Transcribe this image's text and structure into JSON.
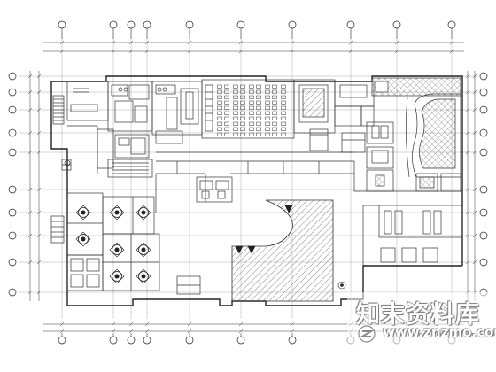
{
  "drawing": {
    "colors": {
      "line": "#222222",
      "thin": "#444444",
      "hatch": "#555555",
      "paper": "#ffffff"
    },
    "axis_bubble_count_top": 10,
    "axis_bubble_count_bottom": 10,
    "axis_bubble_count_left": 10,
    "axis_bubble_count_right": 10
  },
  "watermark": {
    "title": "知末资料库",
    "url": "www.znzmo.com",
    "color": "#ffffff",
    "outline_color": "#808080"
  }
}
